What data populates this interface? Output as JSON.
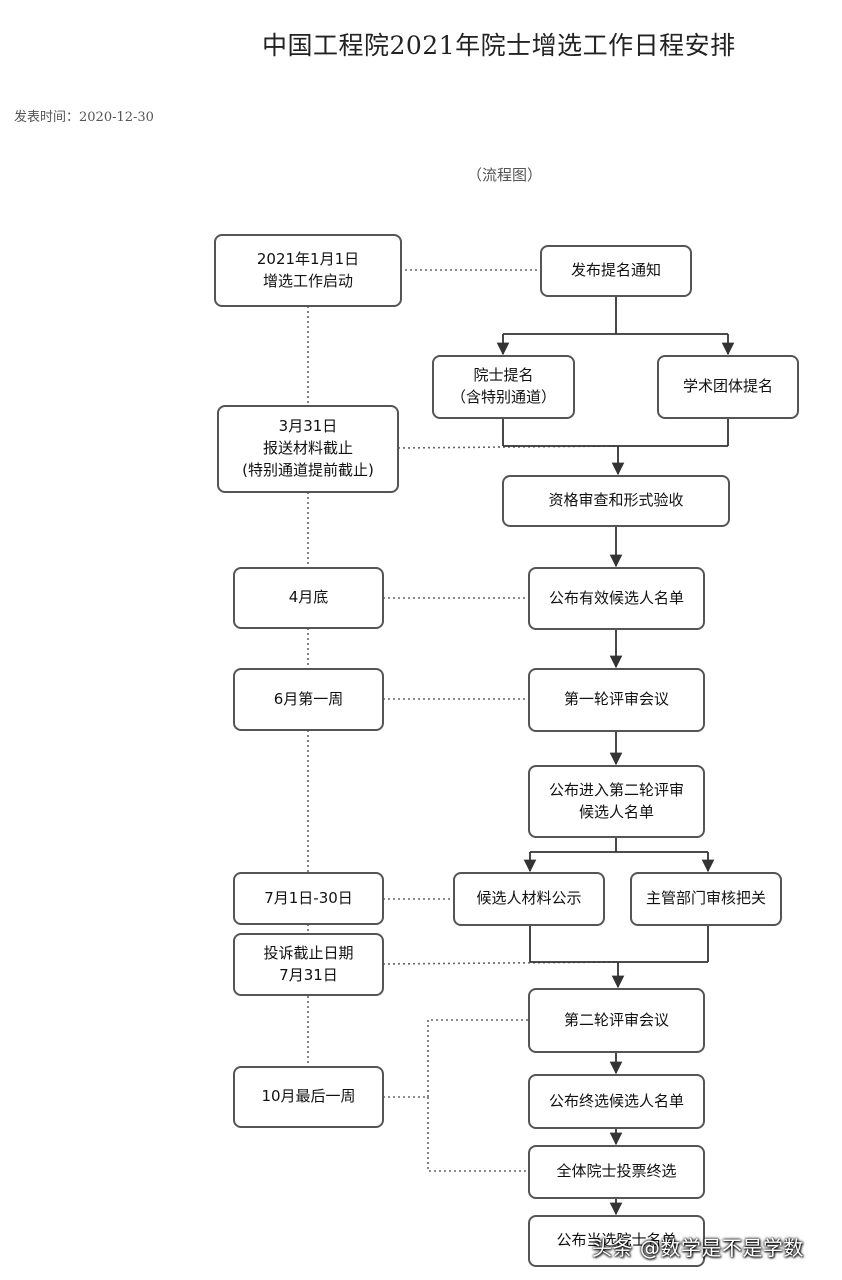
{
  "page": {
    "title": "中国工程院2021年院士增选工作日程安排",
    "meta": "发表时间：2020-12-30",
    "subtitle": "（流程图）",
    "watermark": "头条 @数学是不是学数"
  },
  "timeline": [
    {
      "id": "start",
      "lines": [
        "2021年1月1日",
        "增选工作启动"
      ]
    },
    {
      "id": "mar31",
      "lines": [
        "3月31日",
        "报送材料截止",
        "(特别通道提前截止)"
      ]
    },
    {
      "id": "apr-end",
      "lines": [
        "4月底"
      ]
    },
    {
      "id": "jun-week1",
      "lines": [
        "6月第一周"
      ]
    },
    {
      "id": "jul1-30",
      "lines": [
        "7月1日-30日"
      ]
    },
    {
      "id": "jul31",
      "lines": [
        "投诉截止日期",
        "7月31日"
      ]
    },
    {
      "id": "oct-last-week",
      "lines": [
        "10月最后一周"
      ]
    }
  ],
  "process": [
    {
      "id": "notice",
      "lines": [
        "发布提名通知"
      ]
    },
    {
      "id": "academician-nomination",
      "lines": [
        "院士提名",
        "（含特别通道）"
      ]
    },
    {
      "id": "society-nomination",
      "lines": [
        "学术团体提名"
      ]
    },
    {
      "id": "qualification-review",
      "lines": [
        "资格审查和形式验收"
      ]
    },
    {
      "id": "valid-list",
      "lines": [
        "公布有效候选人名单"
      ]
    },
    {
      "id": "round1",
      "lines": [
        "第一轮评审会议"
      ]
    },
    {
      "id": "round2-list",
      "lines": [
        "公布进入第二轮评审",
        "候选人名单"
      ]
    },
    {
      "id": "publicity",
      "lines": [
        "候选人材料公示"
      ]
    },
    {
      "id": "dept-review",
      "lines": [
        "主管部门审核把关"
      ]
    },
    {
      "id": "round2",
      "lines": [
        "第二轮评审会议"
      ]
    },
    {
      "id": "final-list",
      "lines": [
        "公布终选候选人名单"
      ]
    },
    {
      "id": "vote",
      "lines": [
        "全体院士投票终选"
      ]
    },
    {
      "id": "elected-list",
      "lines": [
        "公布当选院士名单"
      ]
    }
  ]
}
